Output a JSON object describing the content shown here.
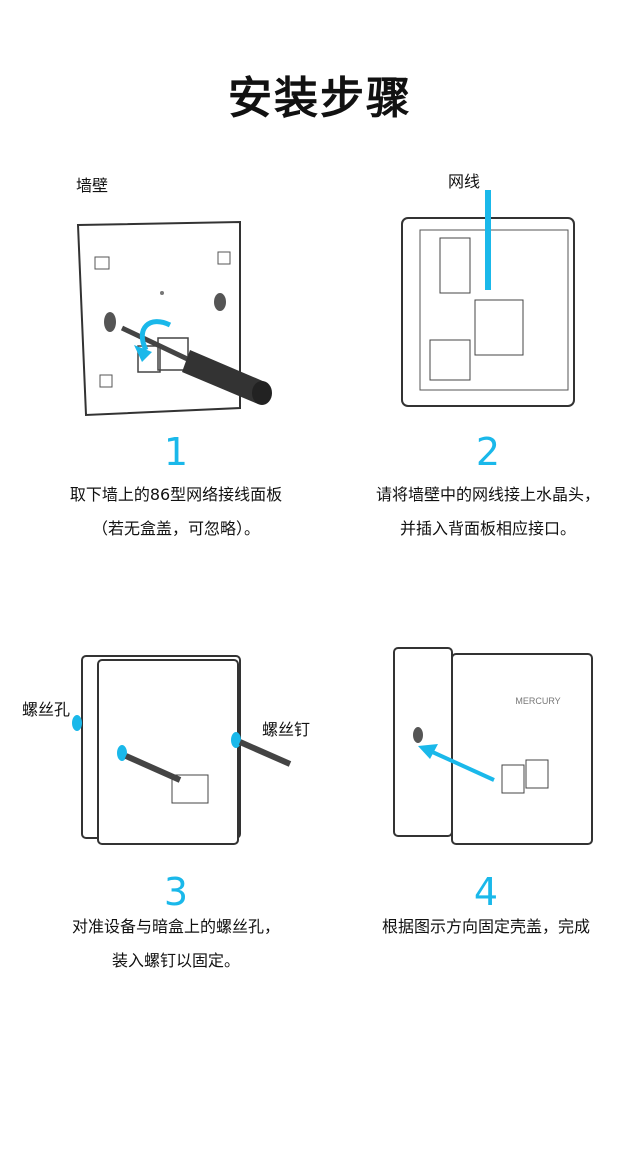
{
  "title": "安装步骤",
  "accent_color": "#1ab8ea",
  "steps": [
    {
      "number": "1",
      "labels": [
        "墙壁"
      ],
      "desc": [
        "取下墙上的86型网络接线面板",
        "（若无盒盖，可忽略）。"
      ],
      "icons": [
        "wall-panel",
        "screwdriver-icon",
        "rotate-arrow-icon"
      ]
    },
    {
      "number": "2",
      "labels": [
        "网线"
      ],
      "desc": [
        "请将墙壁中的网线接上水晶头，",
        "并插入背面板相应接口。"
      ],
      "icons": [
        "back-panel",
        "cable-line"
      ]
    },
    {
      "number": "3",
      "labels": [
        "螺丝孔",
        "螺丝钉"
      ],
      "desc": [
        "对准设备与暗盒上的螺丝孔，",
        "装入螺钉以固定。"
      ],
      "icons": [
        "device-panel",
        "screw-icon"
      ]
    },
    {
      "number": "4",
      "labels": [],
      "desc": [
        "根据图示方向固定壳盖，完成",
        ""
      ],
      "icons": [
        "cover-panel",
        "arrow-icon"
      ]
    }
  ],
  "brand": "MERCURY"
}
